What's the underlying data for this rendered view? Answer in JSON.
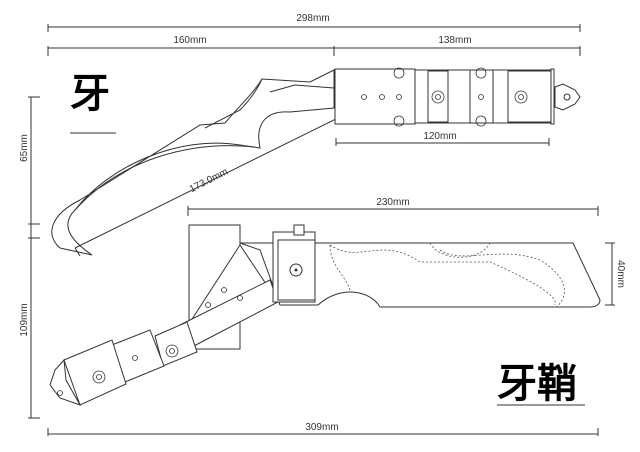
{
  "knife": {
    "title": "牙",
    "dims": {
      "overall": "298mm",
      "blade": "160mm",
      "handle": "138mm",
      "grip": "120mm",
      "height": "65mm",
      "edge": "173.0mm"
    }
  },
  "sheath": {
    "title": "牙鞘",
    "dims": {
      "length": "230mm",
      "width": "40mm",
      "height": "109mm",
      "overall": "309mm"
    }
  }
}
